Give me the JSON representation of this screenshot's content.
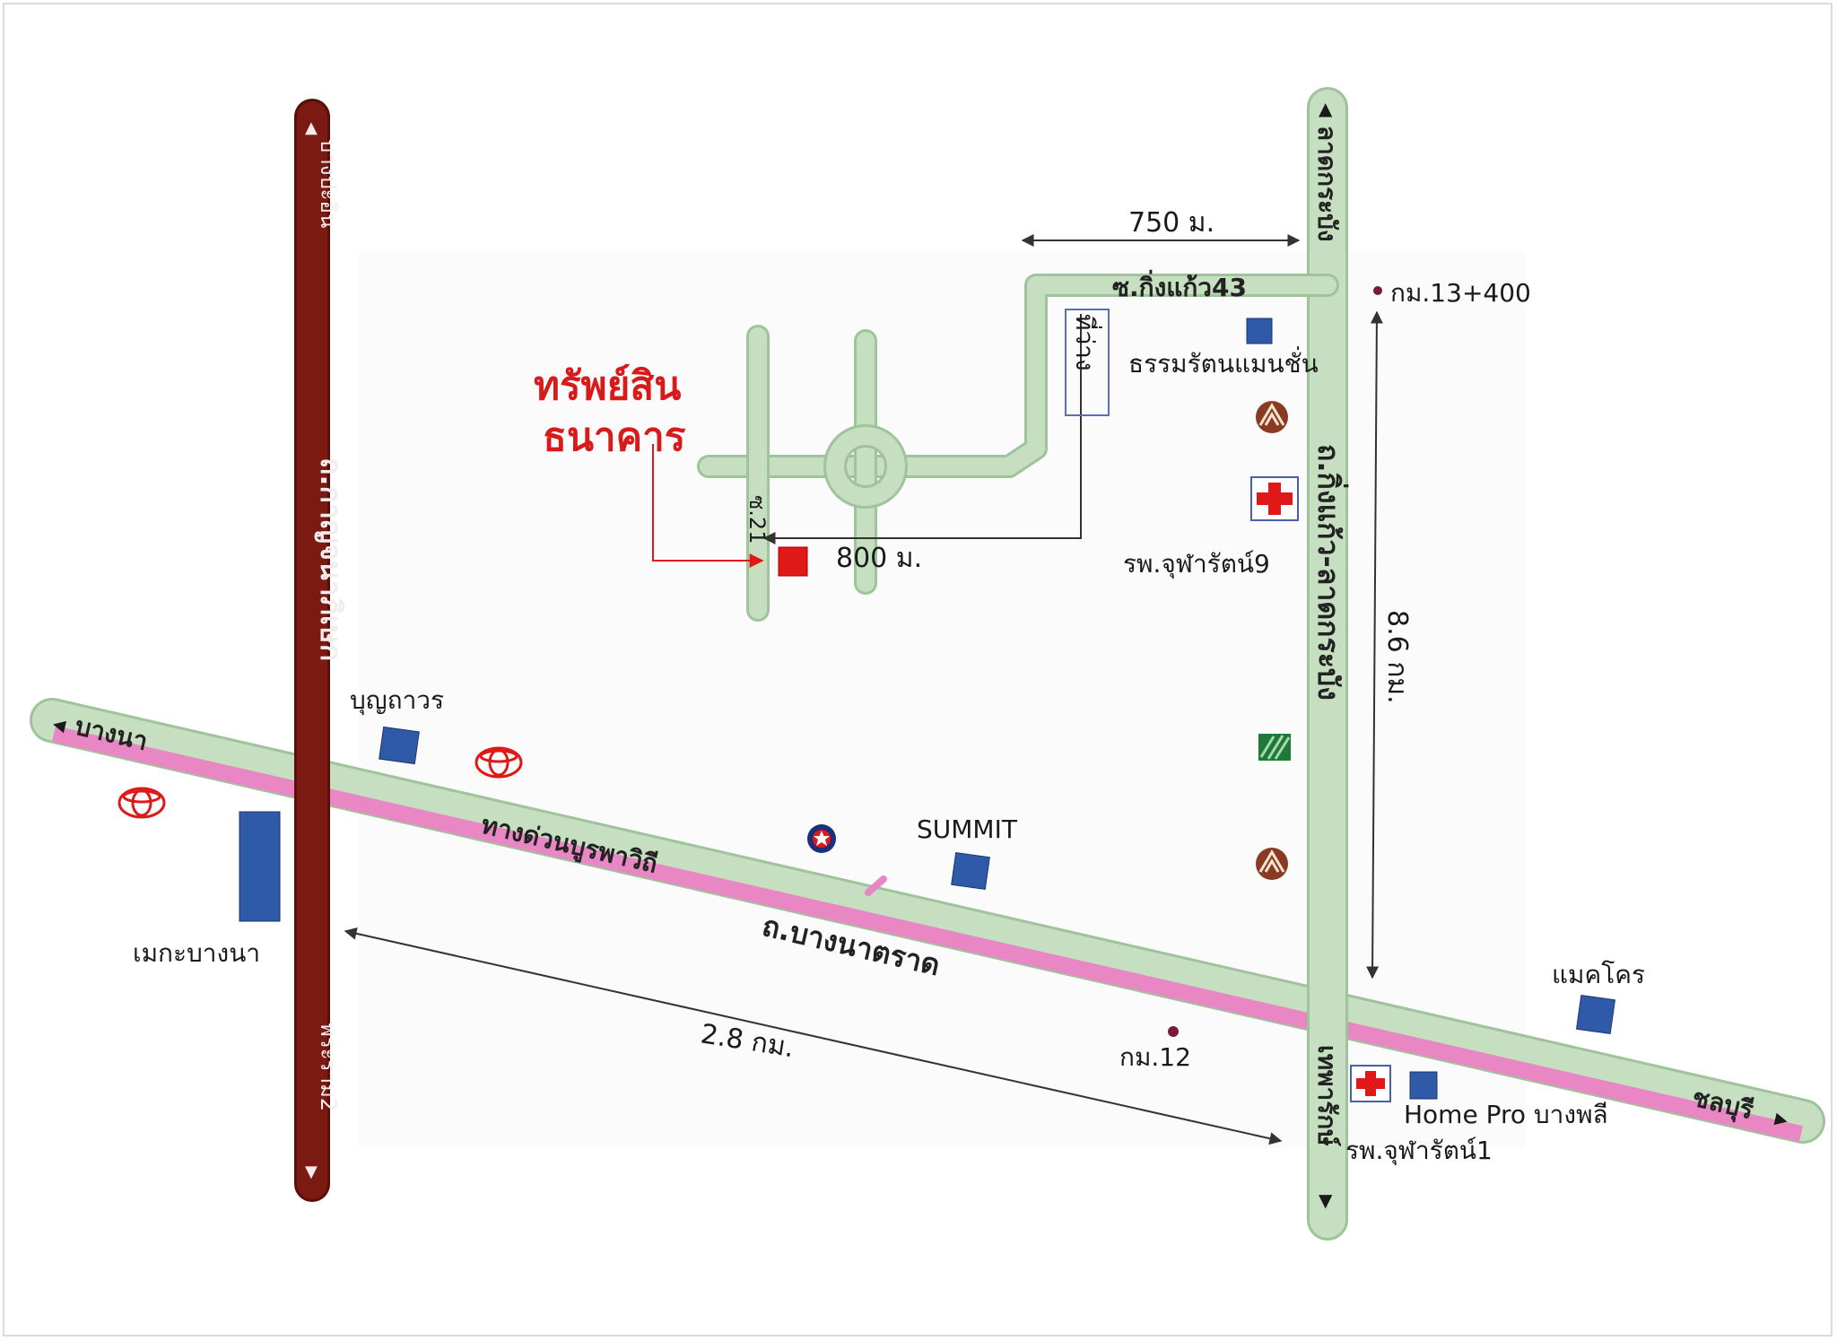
{
  "property_title_line1": "ทรัพย์สิน",
  "property_title_line2": "ธนาคาร",
  "roads": {
    "left_vertical": "ถ.กาญจนาภิเษก",
    "left_top_dir": "บางปะอิน",
    "left_bottom_dir": "พระราม2",
    "right_vertical": "ถ.กิ่งแก้ว-ลาดกระบัง",
    "right_top_dir": "ลาดกระบัง",
    "right_bottom_dir": "เทพารักษ์",
    "diagonal_left_dir": "บางนา",
    "diagonal_right_dir": "ชลบุรี",
    "expressway": "ทางด่วนบูรพาวิถี",
    "diagonal_road": "ถ.บางนาตราด",
    "soi_kingkaew": "ซ.กิ่งแก้ว43",
    "soi21": "ซ.21",
    "soi_vacant": "ที่ว่าง"
  },
  "distances": {
    "d750": "750 ม.",
    "d800": "800 ม.",
    "d86": "8.6 กม.",
    "d28": "2.8 กม."
  },
  "landmarks": {
    "km13": "กม.13+400",
    "km12": "กม.12",
    "thammarat": "ธรรมรัตนแมนชั่น",
    "hospital2": "รพ.จุฬารัตน์9",
    "hospital1": "รพ.จุฬารัตน์1",
    "boonthavorn": "บุญถาวร",
    "mega": "เมกะบางนา",
    "summit": "SUMMIT",
    "makro": "แมคโคร",
    "homepro": "Home Pro บางพลี"
  },
  "colors": {
    "road_green": "#c5dfc0",
    "road_green_edge": "#9fc39a",
    "kanchana": "#7a1a12",
    "expressway_pink": "#e887c4",
    "building_blue": "#2f5aa8",
    "marker_red": "#e01818"
  },
  "icons": [
    "toyota-logo-icon",
    "hospital-cross-icon",
    "bank-logo-icon",
    "star-logo-icon",
    "km-marker-icon"
  ]
}
